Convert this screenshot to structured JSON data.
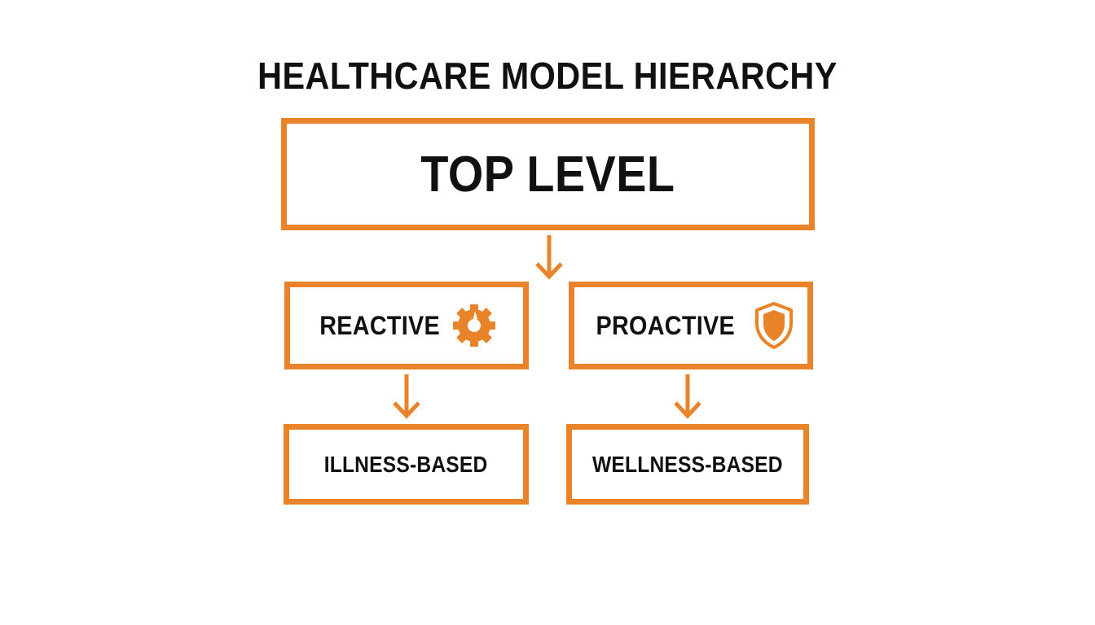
{
  "title": "HEALTHCARE MODEL HIERARCHY",
  "colors": {
    "accent": "#E8832A",
    "text": "#111111",
    "background": "#FFFFFF"
  },
  "nodes": {
    "top": {
      "label": "TOP LEVEL"
    },
    "reactive": {
      "label": "REACTIVE",
      "icon": "gear-icon"
    },
    "proactive": {
      "label": "PROACTIVE",
      "icon": "shield-icon"
    },
    "illness": {
      "label": "ILLNESS-BASED"
    },
    "wellness": {
      "label": "WELLNESS-BASED"
    }
  },
  "edges": [
    {
      "from": "top",
      "to": "reactive-proactive"
    },
    {
      "from": "reactive",
      "to": "illness"
    },
    {
      "from": "proactive",
      "to": "wellness"
    }
  ]
}
